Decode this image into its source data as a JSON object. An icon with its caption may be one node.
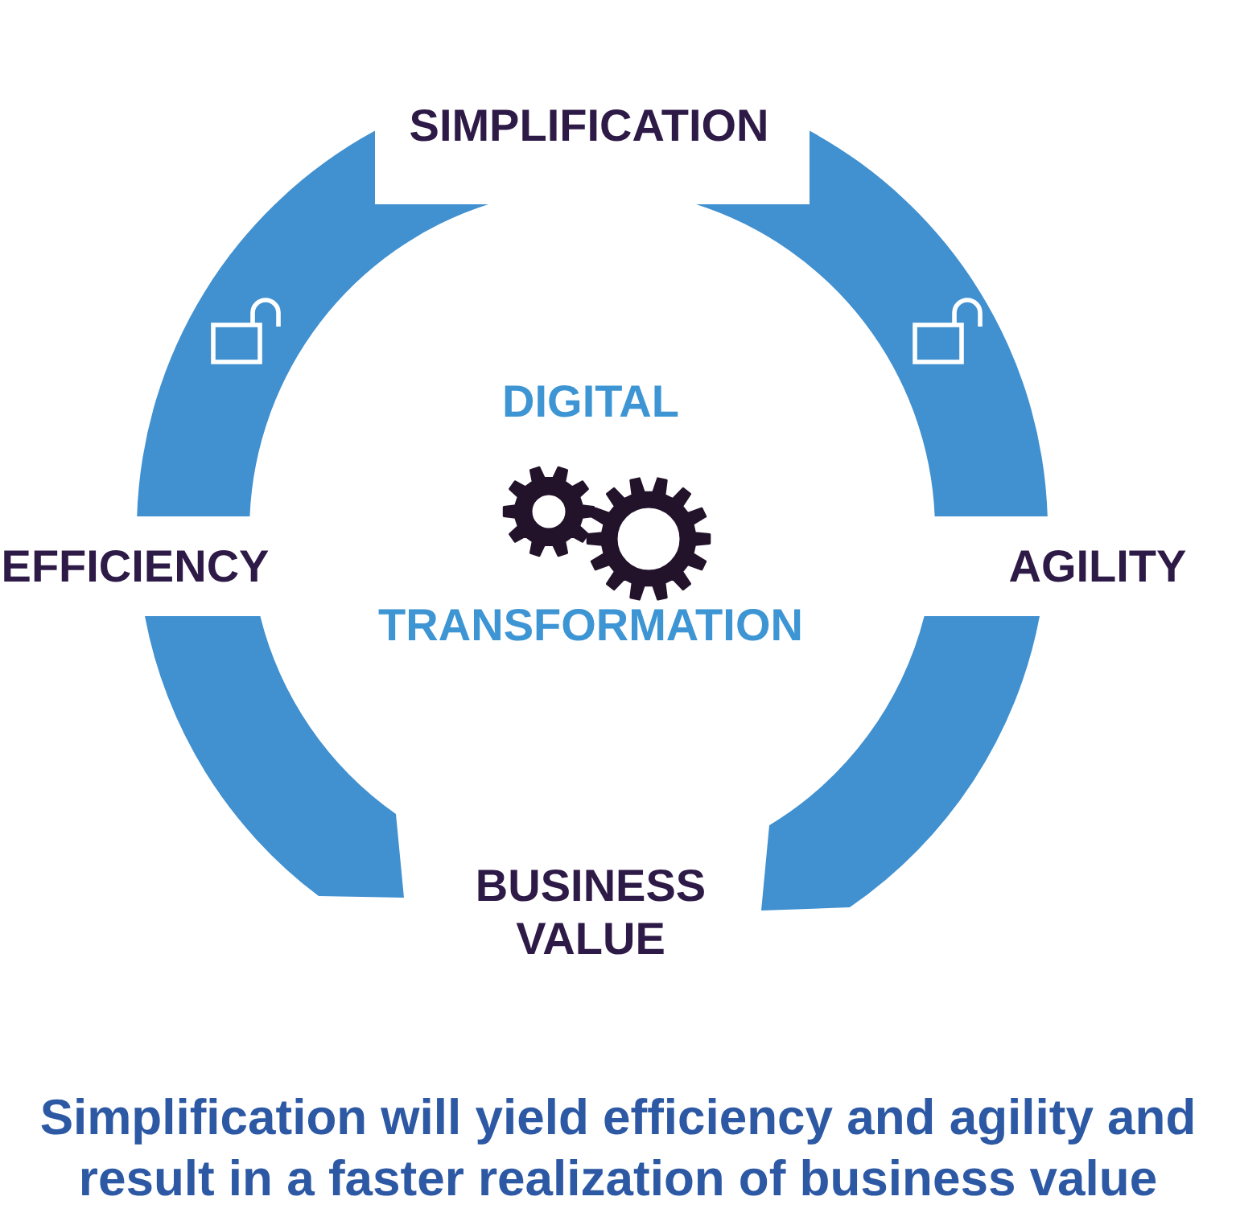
{
  "diagram": {
    "caption": "Simplification will yield efficiency and agility and result in a faster realization of business value",
    "nodes": [
      {
        "text": [
          "SIMPLIFICATION"
        ]
      },
      {
        "text": [
          "EFFICIENCY"
        ]
      },
      {
        "text": [
          "AGILITY"
        ]
      },
      {
        "text": [
          "BUSINESS VALUE"
        ]
      }
    ],
    "edges": [
      {
        "from": 0,
        "to": 1,
        "arrow": "none"
      },
      {
        "from": 0,
        "to": 2,
        "arrow": "none"
      },
      {
        "from": 1,
        "to": 3,
        "arrow": "none"
      },
      {
        "from": 2,
        "to": 3,
        "arrow": "none"
      }
    ],
    "labels": [
      "DIGITAL",
      "TRANSFORMATION"
    ]
  }
}
